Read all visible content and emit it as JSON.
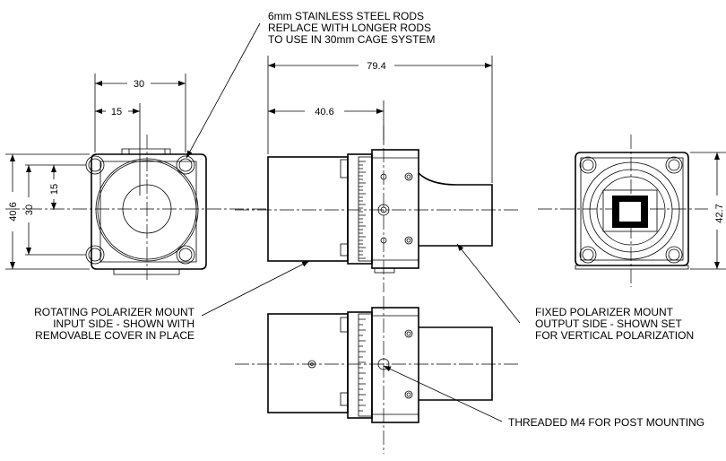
{
  "notes": {
    "rods": [
      "6mm STAINLESS STEEL RODS",
      "REPLACE WITH LONGER RODS",
      "TO USE IN 30mm CAGE SYSTEM"
    ],
    "rotating": [
      "ROTATING POLARIZER MOUNT",
      "INPUT SIDE - SHOWN WITH",
      "REMOVABLE COVER IN PLACE"
    ],
    "fixed": [
      "FIXED POLARIZER MOUNT",
      "OUTPUT SIDE - SHOWN SET",
      "FOR VERTICAL POLARIZATION"
    ],
    "threaded": "THREADED M4 FOR POST MOUNTING"
  },
  "dimensions": {
    "width_30": "30",
    "half_15": "15",
    "height_40_6": "40.6",
    "height_30": "30",
    "vert_15": "15",
    "length_79_4": "79.4",
    "length_40_6": "40.6",
    "height_42_7": "42.7"
  }
}
